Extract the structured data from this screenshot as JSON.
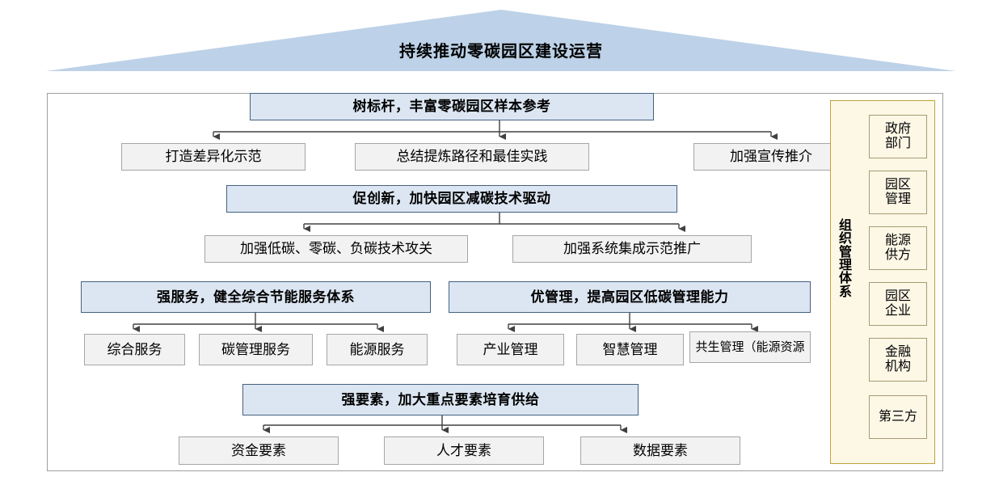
{
  "banner": {
    "title": "持续推动零碳园区建设运营",
    "fill_color": "#bdd2e8"
  },
  "colors": {
    "blue_fill": "#dce6f2",
    "blue_border": "#44617f",
    "gray_fill": "#f2f2f2",
    "gray_border": "#a6a6a6",
    "panel_fill": "#fdf7e6",
    "panel_border": "#bfa43a",
    "frame_border": "#9e9e9e",
    "connector": "#404040"
  },
  "sections": [
    {
      "id": "benchmark",
      "header": "树标杆，丰富零碳园区样本参考",
      "children": [
        "打造差异化示范",
        "总结提炼路径和最佳实践",
        "加强宣传推介"
      ]
    },
    {
      "id": "innovation",
      "header": "促创新，加快园区减碳技术驱动",
      "children": [
        "加强低碳、零碳、负碳技术攻关",
        "加强系统集成示范推广"
      ]
    },
    {
      "id": "service",
      "header": "强服务，健全综合节能服务体系",
      "children": [
        "综合服务",
        "碳管理服务",
        "能源服务"
      ]
    },
    {
      "id": "management",
      "header": "优管理，提高园区低碳管理能力",
      "children": [
        "产业管理",
        "智慧管理",
        "共生管理（能源资源"
      ]
    },
    {
      "id": "elements",
      "header": "强要素，加大重点要素培育供给",
      "children": [
        "资金要素",
        "人才要素",
        "数据要素"
      ]
    }
  ],
  "side_panel": {
    "label": "组织管理体系",
    "label_chars": [
      "组",
      "织",
      "管",
      "理",
      "体",
      "系"
    ],
    "items": [
      {
        "line1": "政府",
        "line2": "部门"
      },
      {
        "line1": "园区",
        "line2": "管理"
      },
      {
        "line1": "能源",
        "line2": "供方"
      },
      {
        "line1": "园区",
        "line2": "企业"
      },
      {
        "line1": "金融",
        "line2": "机构"
      },
      {
        "line1": "第三方",
        "line2": ""
      }
    ]
  }
}
